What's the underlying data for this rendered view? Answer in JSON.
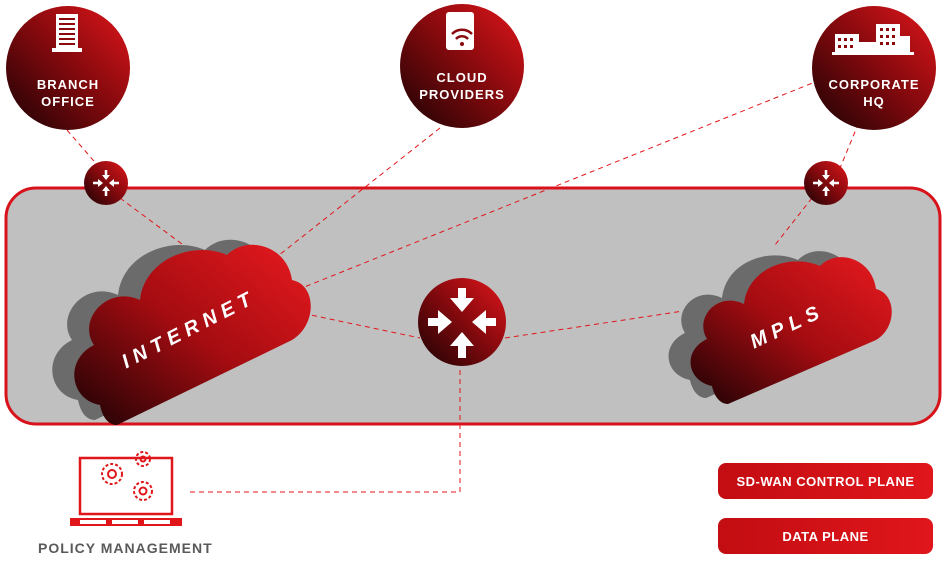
{
  "nodes": {
    "branch_office": [
      "BRANCH",
      "OFFICE"
    ],
    "cloud_providers": [
      "CLOUD",
      "PROVIDERS"
    ],
    "corporate_hq": [
      "CORPORATE",
      "HQ"
    ]
  },
  "clouds": {
    "internet": "INTERNET",
    "mpls": "MPLS"
  },
  "legend": {
    "control_plane": "SD-WAN CONTROL PLANE",
    "data_plane": "DATA PLANE"
  },
  "policy_management": "POLICY MANAGEMENT",
  "colors": {
    "red": "#e0161b",
    "dark": "#1a0204",
    "panel": "#c0c0c0",
    "cloud_gray": "#6b6b6b",
    "text_gray": "#5a5a5a"
  }
}
